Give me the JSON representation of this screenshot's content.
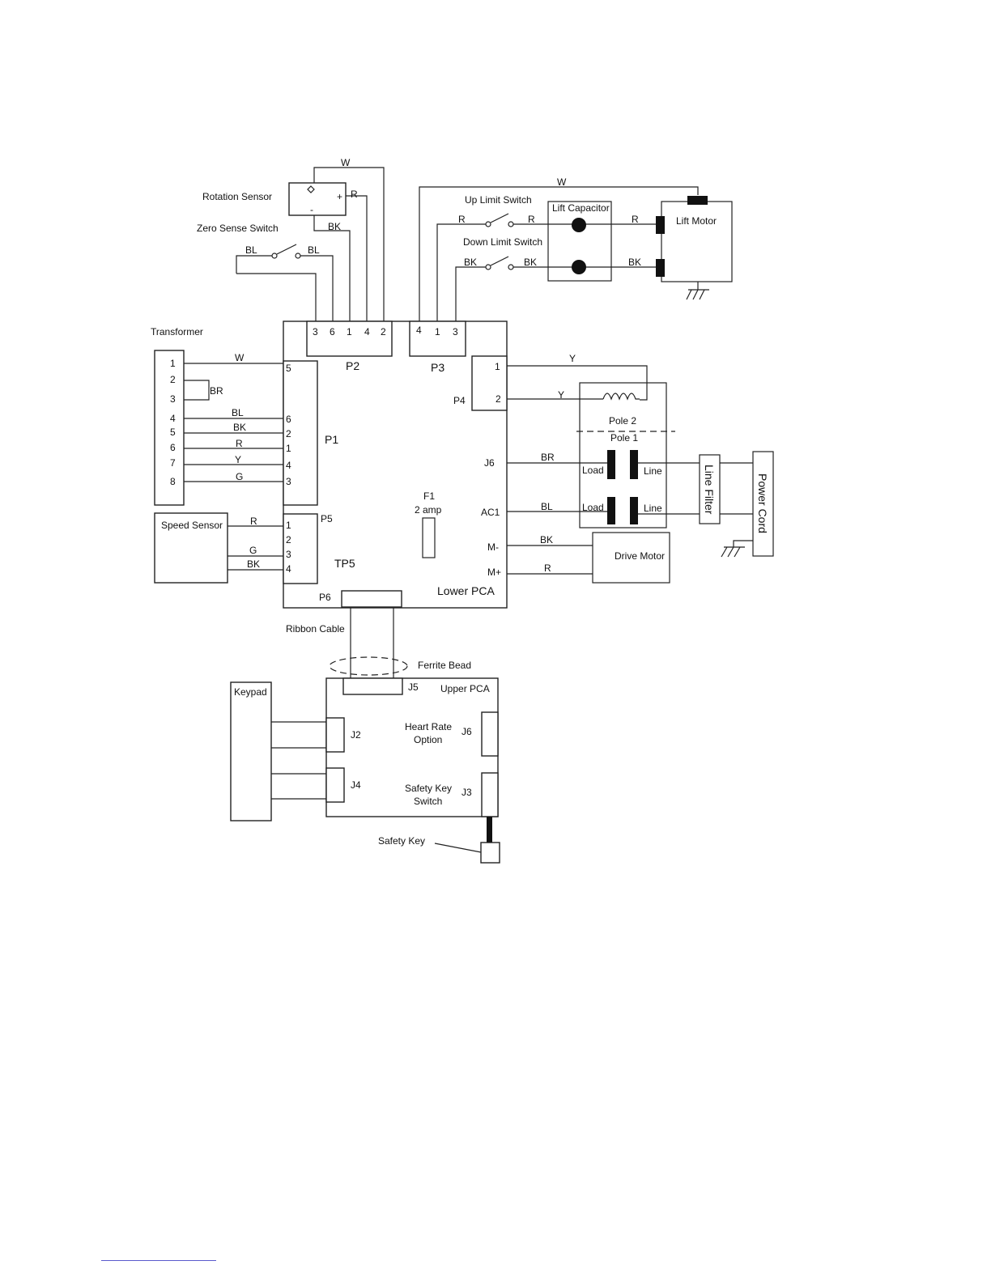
{
  "labels": {
    "rotation_sensor": "Rotation Sensor",
    "zero_sense_switch": "Zero Sense Switch",
    "up_limit_switch": "Up Limit Switch",
    "down_limit_switch": "Down Limit Switch",
    "lift_capacitor": "Lift Capacitor",
    "lift_motor": "Lift Motor",
    "transformer": "Transformer",
    "speed_sensor": "Speed Sensor",
    "pole2": "Pole 2",
    "pole1": "Pole 1",
    "load": "Load",
    "line": "Line",
    "line_filter": "Line Filter",
    "power_cord": "Power Cord",
    "drive_motor": "Drive Motor",
    "f1": "F1",
    "f1_rating": "2 amp",
    "lower_pca": "Lower PCA",
    "ribbon_cable": "Ribbon Cable",
    "ferrite_bead": "Ferrite Bead",
    "upper_pca": "Upper PCA",
    "keypad": "Keypad",
    "heart_rate_1": "Heart Rate",
    "heart_rate_2": "Option",
    "safety_key_switch_1": "Safety Key",
    "safety_key_switch_2": "Switch",
    "safety_key": "Safety Key",
    "plus": "+",
    "minus": "-",
    "tp5": "TP5"
  },
  "connectors": {
    "p1": "P1",
    "p2": "P2",
    "p3": "P3",
    "p4": "P4",
    "p5": "P5",
    "p6": "P6",
    "j2": "J2",
    "j3": "J3",
    "j4": "J4",
    "j5": "J5",
    "j6": "J6",
    "ac1": "AC1",
    "m_minus": "M-",
    "m_plus": "M+"
  },
  "pins": {
    "p2": [
      "3",
      "6",
      "1",
      "4",
      "2"
    ],
    "p3": [
      "4",
      "1",
      "3"
    ],
    "p4": [
      "1",
      "2"
    ],
    "p1": [
      "5",
      "6",
      "2",
      "1",
      "4",
      "3"
    ],
    "p5": [
      "1",
      "2",
      "3",
      "4"
    ],
    "transformer": [
      "1",
      "2",
      "3",
      "4",
      "5",
      "6",
      "7",
      "8"
    ]
  },
  "wires": {
    "w": "W",
    "r": "R",
    "bk": "BK",
    "bl": "BL",
    "br": "BR",
    "y": "Y",
    "g": "G"
  }
}
